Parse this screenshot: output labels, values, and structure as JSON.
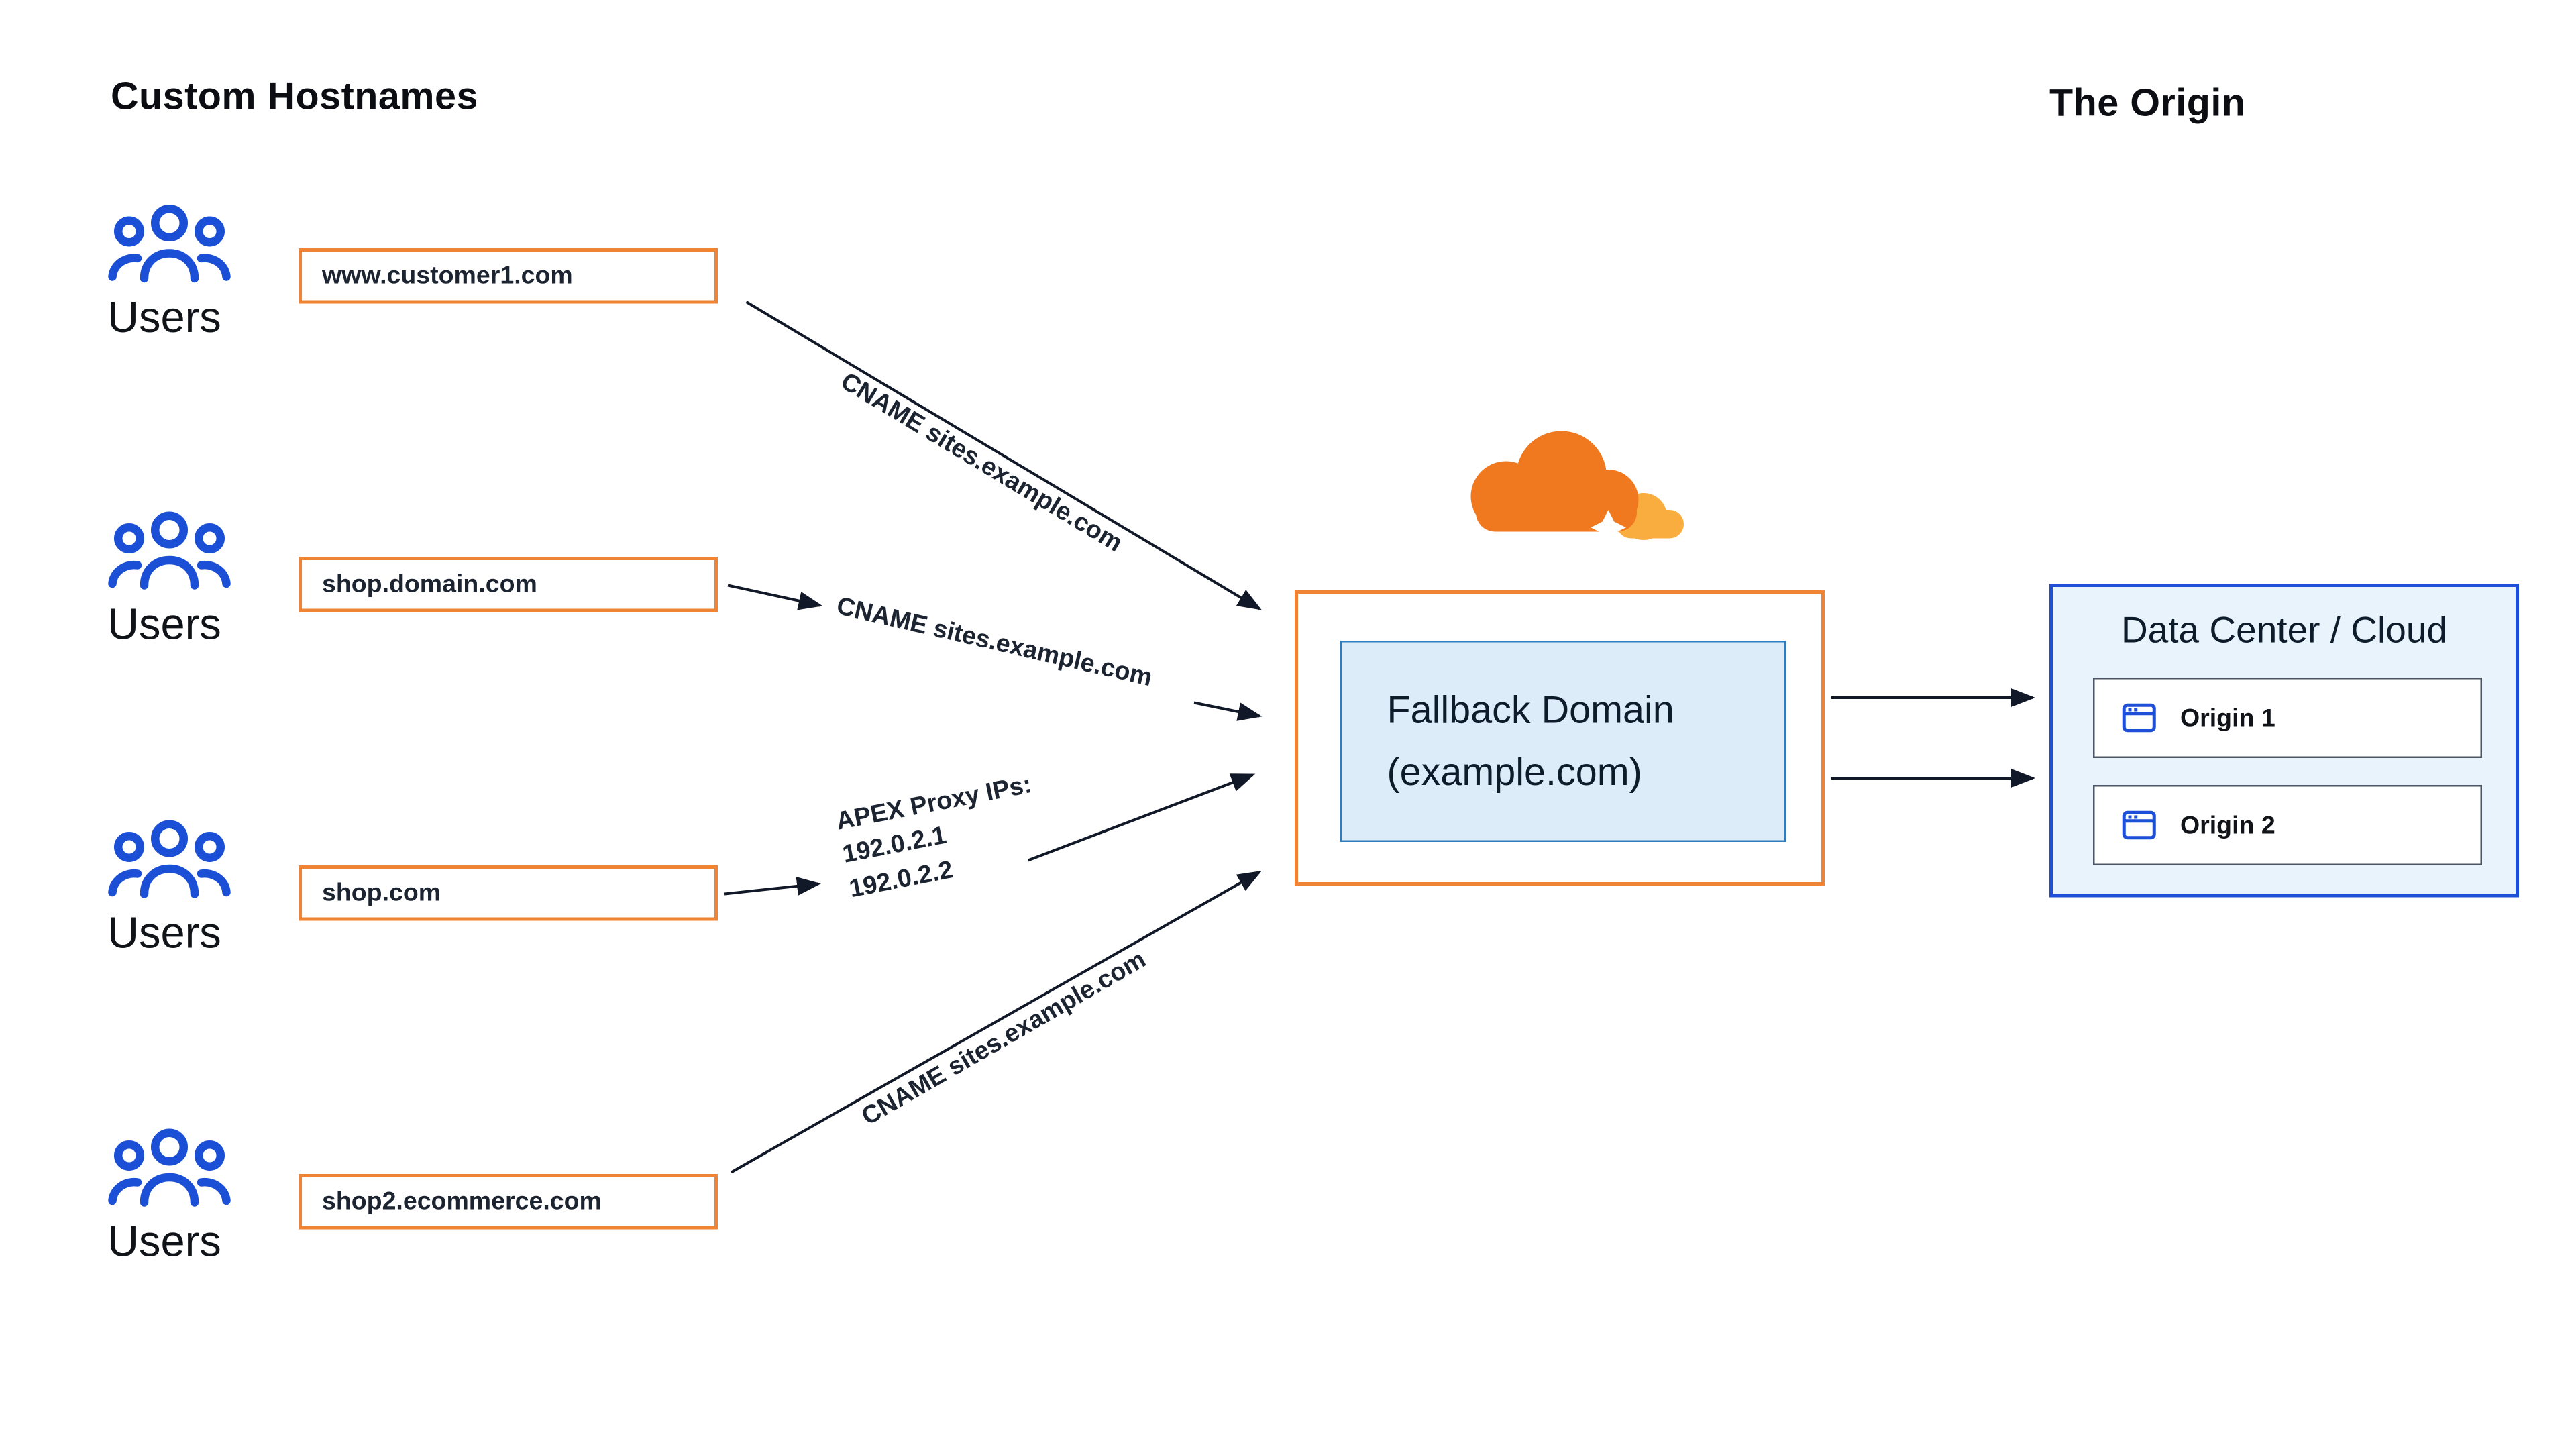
{
  "headings": {
    "custom_hostnames": "Custom Hostnames",
    "the_origin": "The Origin"
  },
  "groups": [
    {
      "users_label": "Users",
      "hostname": "www.customer1.com"
    },
    {
      "users_label": "Users",
      "hostname": "shop.domain.com"
    },
    {
      "users_label": "Users",
      "hostname": "shop.com"
    },
    {
      "users_label": "Users",
      "hostname": "shop2.ecommerce.com"
    }
  ],
  "edge_labels": {
    "cname1": "CNAME sites.example.com",
    "cname2": "CNAME sites.example.com",
    "apex": {
      "line1": "APEX Proxy IPs:",
      "line2": "192.0.2.1",
      "line3": "192.0.2.2"
    },
    "cname3": "CNAME sites.example.com"
  },
  "fallback_box": {
    "line1": "Fallback Domain",
    "line2": "(example.com)"
  },
  "origin_panel": {
    "title": "Data Center / Cloud",
    "origins": [
      {
        "label": "Origin 1"
      },
      {
        "label": "Origin 2"
      }
    ]
  },
  "icons": {
    "users": "users-group-icon",
    "cloudflare": "cloudflare-logo",
    "origin_window": "browser-window-icon"
  },
  "colors": {
    "orange_border": "#EE8434",
    "blue": "#1D4FD8",
    "users_icon_blue": "#1A4FD6",
    "fallback_bg": "#DCEDF9",
    "fallback_border": "#2D7DC3",
    "origin_panel_bg": "#E8F3FC",
    "cloudflare_orange": "#F0791F",
    "cloudflare_light_orange": "#FAAD3F",
    "arrow_color": "#111827",
    "text": "#0B1320"
  }
}
